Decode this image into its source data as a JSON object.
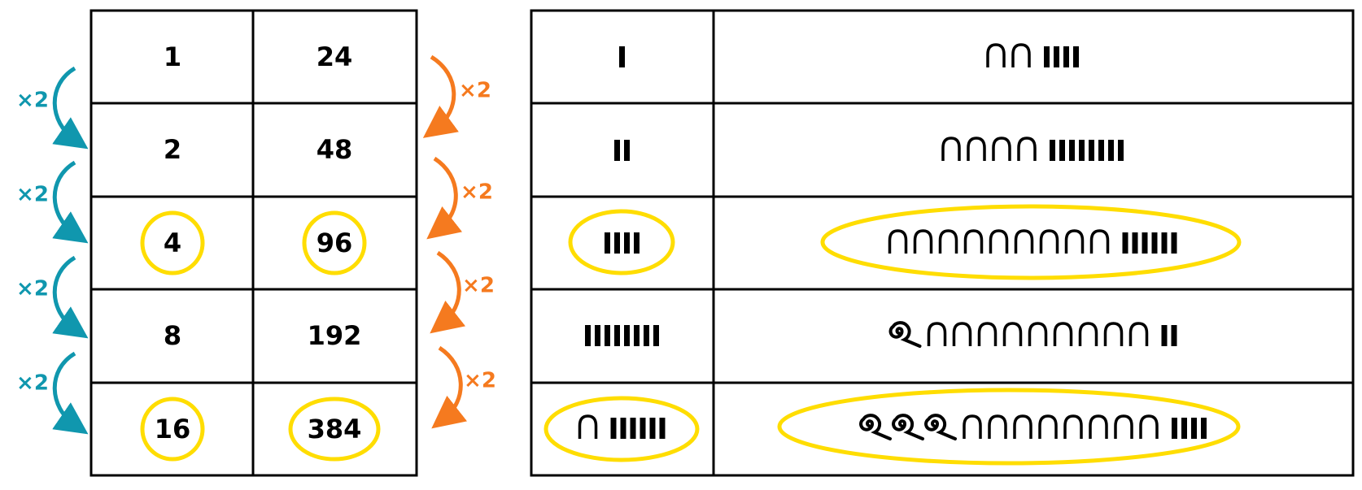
{
  "decimal_table": {
    "rows": [
      {
        "left": "1",
        "right": "24",
        "circled": false
      },
      {
        "left": "2",
        "right": "48",
        "circled": false
      },
      {
        "left": "4",
        "right": "96",
        "circled": true
      },
      {
        "left": "8",
        "right": "192",
        "circled": false
      },
      {
        "left": "16",
        "right": "384",
        "circled": true
      }
    ],
    "left_arrow_label": "×2",
    "right_arrow_label": "×2",
    "left_arrow_color": "#1097AE",
    "right_arrow_color": "#F57A1F",
    "highlight_color": "#FFDD00"
  },
  "egyptian_table": {
    "rows": [
      {
        "left": {
          "ones": 1,
          "tens": 0
        },
        "right": {
          "hundreds": 0,
          "tens": 2,
          "ones": 4
        },
        "circled": false
      },
      {
        "left": {
          "ones": 2,
          "tens": 0
        },
        "right": {
          "hundreds": 0,
          "tens": 4,
          "ones": 8
        },
        "circled": false
      },
      {
        "left": {
          "ones": 4,
          "tens": 0
        },
        "right": {
          "hundreds": 0,
          "tens": 9,
          "ones": 6
        },
        "circled": true
      },
      {
        "left": {
          "ones": 8,
          "tens": 0
        },
        "right": {
          "hundreds": 1,
          "tens": 9,
          "ones": 2
        },
        "circled": false
      },
      {
        "left": {
          "ones": 6,
          "tens": 1
        },
        "right": {
          "hundreds": 3,
          "tens": 8,
          "ones": 4
        },
        "circled": true
      }
    ],
    "symbols": {
      "one": "stroke",
      "ten": "heel-bone-arch",
      "hundred": "coil-of-rope"
    }
  }
}
